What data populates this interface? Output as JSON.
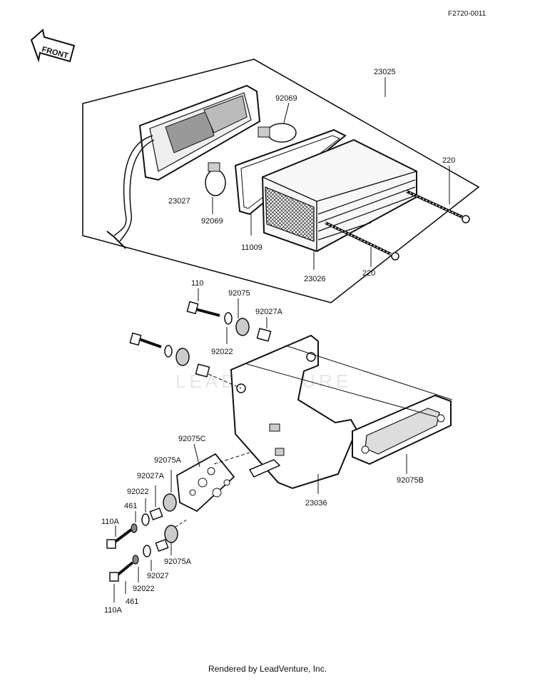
{
  "figure_code": "F2720-0011",
  "front_label": "FRONT",
  "watermark": "LEADVENTURE",
  "footer": "Rendered by LeadVenture, Inc.",
  "parts": {
    "p23025": "23025",
    "p92069_top": "92069",
    "p23027": "23027",
    "p92069_bottom": "92069",
    "p11009": "11009",
    "p23026": "23026",
    "p220_right": "220",
    "p220_bottom": "220",
    "p110": "110",
    "p92075": "92075",
    "p92027A": "92027A",
    "p92022": "92022",
    "p92075C": "92075C",
    "p92075A_left": "92075A",
    "p92027A_left": "92027A",
    "p92022_left": "92022",
    "p461_top": "461",
    "p110A_top": "110A",
    "p92075A_bottom": "92075A",
    "p92027": "92027",
    "p92022_bottom": "92022",
    "p461_bottom": "461",
    "p110A_bottom": "110A",
    "p23036": "23036",
    "p92075B": "92075B"
  }
}
